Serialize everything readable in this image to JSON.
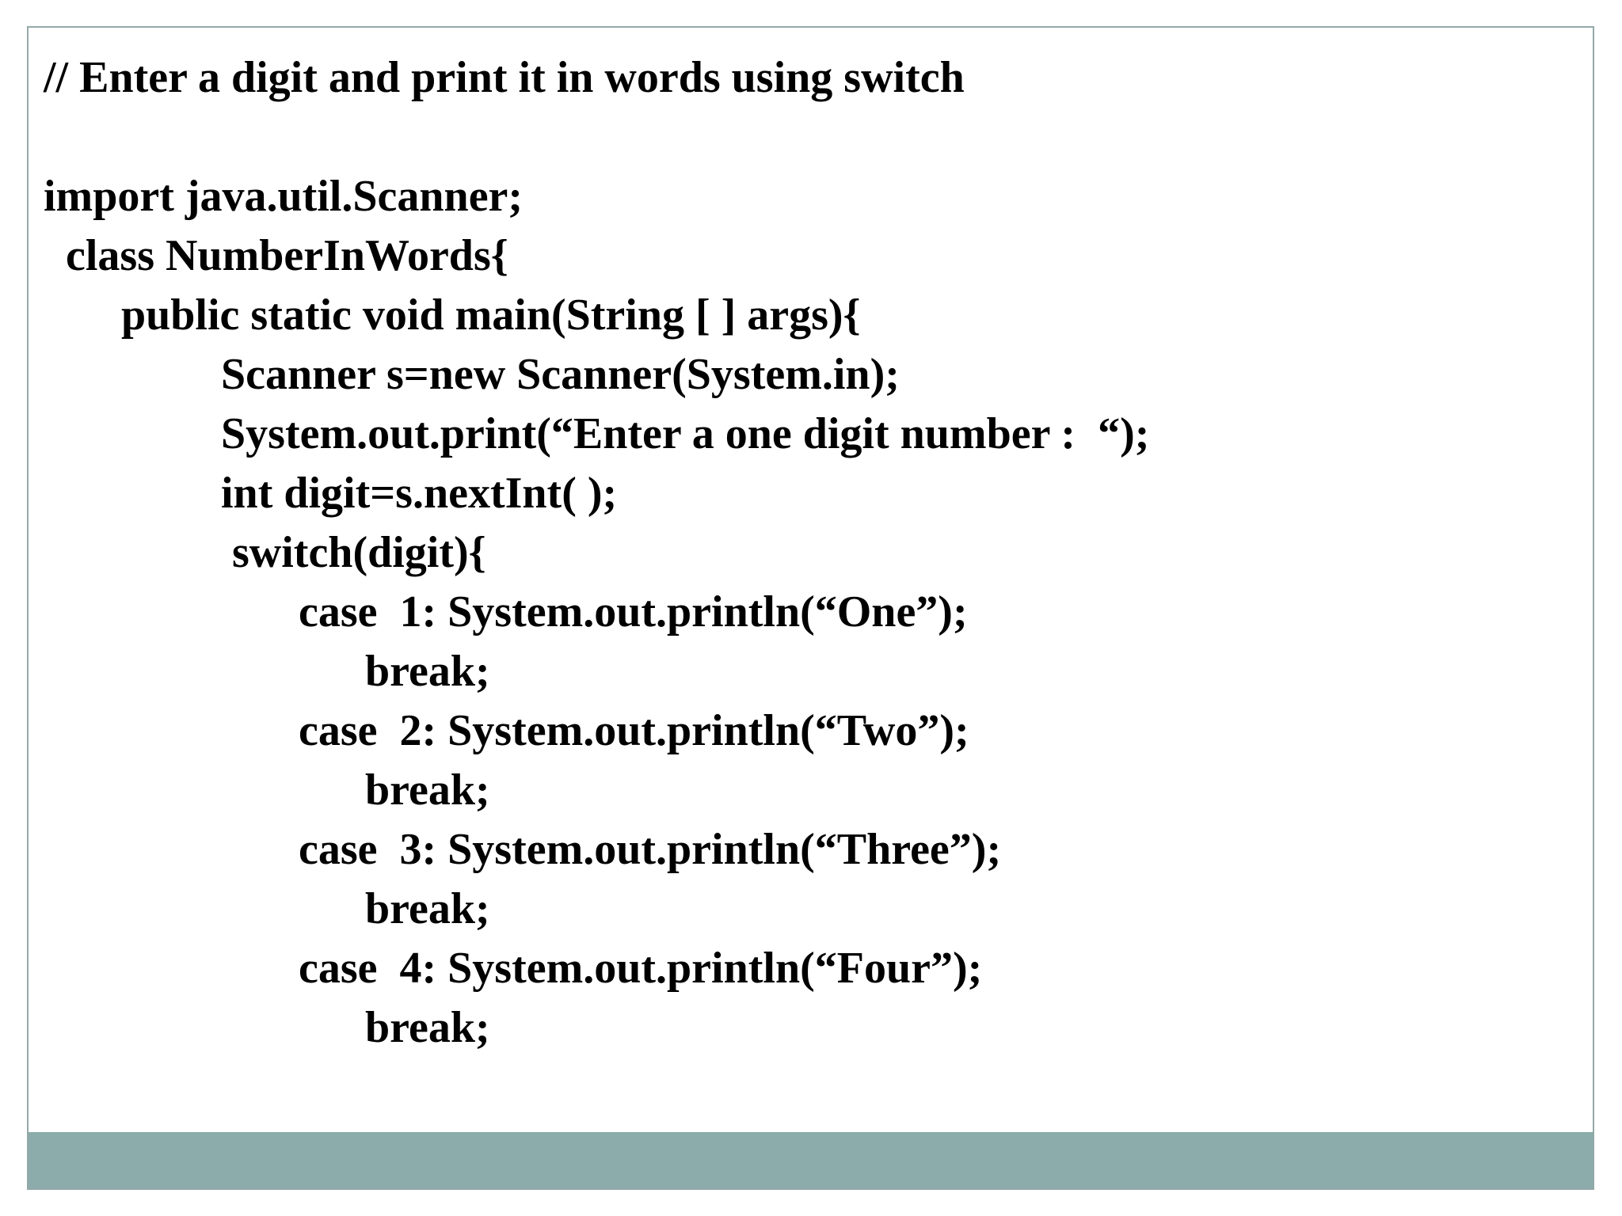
{
  "slide": {
    "kind": "presentation-slide",
    "background_color": "#ffffff",
    "frame_border_color": "#93a9a8",
    "footer_band_color": "#8bacab",
    "text_color": "#000000"
  },
  "code": {
    "language": "java",
    "comment_title": "// Enter a digit and print it in words using switch",
    "lines": [
      "// Enter a digit and print it in words using switch",
      "",
      "import java.util.Scanner;",
      "  class NumberInWords{",
      "       public static void main(String [ ] args){",
      "                Scanner s=new Scanner(System.in);",
      "                System.out.print(“Enter a one digit number :  “);",
      "                int digit=s.nextInt( );",
      "                 switch(digit){",
      "                       case  1: System.out.println(“One”);",
      "                             break;",
      "                       case  2: System.out.println(“Two”);",
      "                             break;",
      "                       case  3: System.out.println(“Three”);",
      "                             break;",
      "                       case  4: System.out.println(“Four”);",
      "                             break;"
    ]
  }
}
